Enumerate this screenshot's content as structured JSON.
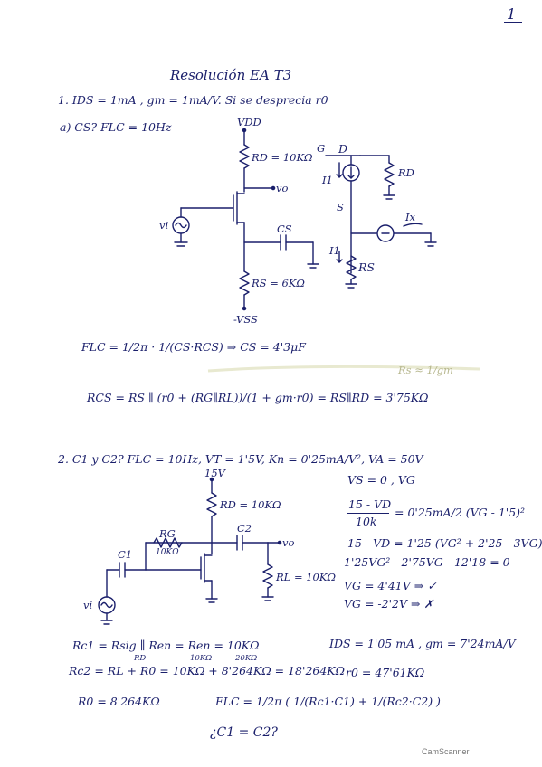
{
  "page_number": "1",
  "title": "Resolución EA T3",
  "p1": {
    "statement": "1. IDS = 1mA , gm = 1mA/V. Si se desprecia r0",
    "part_a": "a) CS?   FLC = 10Hz",
    "vdd": "VDD",
    "rd": "RD = 10KΩ",
    "vo": "vo",
    "vi": "vi",
    "cs": "CS",
    "rs": "RS = 6KΩ",
    "vss": "-VSS",
    "g": "G",
    "d": "D",
    "i1": "I1",
    "s": "S",
    "ix": "Ix",
    "i1b": "I1",
    "rd2": "RD",
    "rs2": "RS",
    "eq1": "FLC = 1/2π · 1/(CS·RCS)  ⇒  CS = 4'3μF",
    "eq2": "RCS = RS ∥ (r0 + (RG∥RL))/(1 + gm·r0) = RS∥RD = 3'75KΩ",
    "note": "Rs ≈ 1/gm"
  },
  "p2": {
    "statement": "2. C1 y C2?  FLC = 10Hz, VT = 1'5V, Kn = 0'25mA/V², VA = 50V",
    "vdd": "15V",
    "rd": "RD = 10KΩ",
    "rg": "RG",
    "rg_val": "10KΩ",
    "c1": "C1",
    "c2": "C2",
    "vo": "vo",
    "rl": "RL = 10KΩ",
    "vi": "vi",
    "calc1": "VS = 0 , VG",
    "calc2a": "15 - VD",
    "calc2b": "10k",
    "calc2c": "= 0'25mA/2 (VG - 1'5)²",
    "calc3": "15 - VD = 1'25 (VG² + 2'25 - 3VG)",
    "calc4": "1'25VG² - 2'75VG - 12'18 = 0",
    "calc5": "VG = 4'41V ⇒ ✓",
    "calc6": "VG = -2'2V ⇒ ✗",
    "eq1": "Rc1 = Rsig ∥ Ren = Ren = 10KΩ",
    "ids": "IDS = 1'05 mA ,  gm = 7'24mA/V",
    "eq2a": "Rc2 = RL + R0 = 10KΩ + 8'264KΩ = 18'264KΩ",
    "over1": "RD",
    "over2": "10KΩ",
    "over3": "20KΩ",
    "r0_line": "r0 = 47'61KΩ",
    "ro": "R0 = 8'264KΩ",
    "flc": "FLC = 1/2π ( 1/(Rc1·C1) + 1/(Rc2·C2) )",
    "q": "¿C1 = C2?"
  },
  "watermark": "CamScanner"
}
